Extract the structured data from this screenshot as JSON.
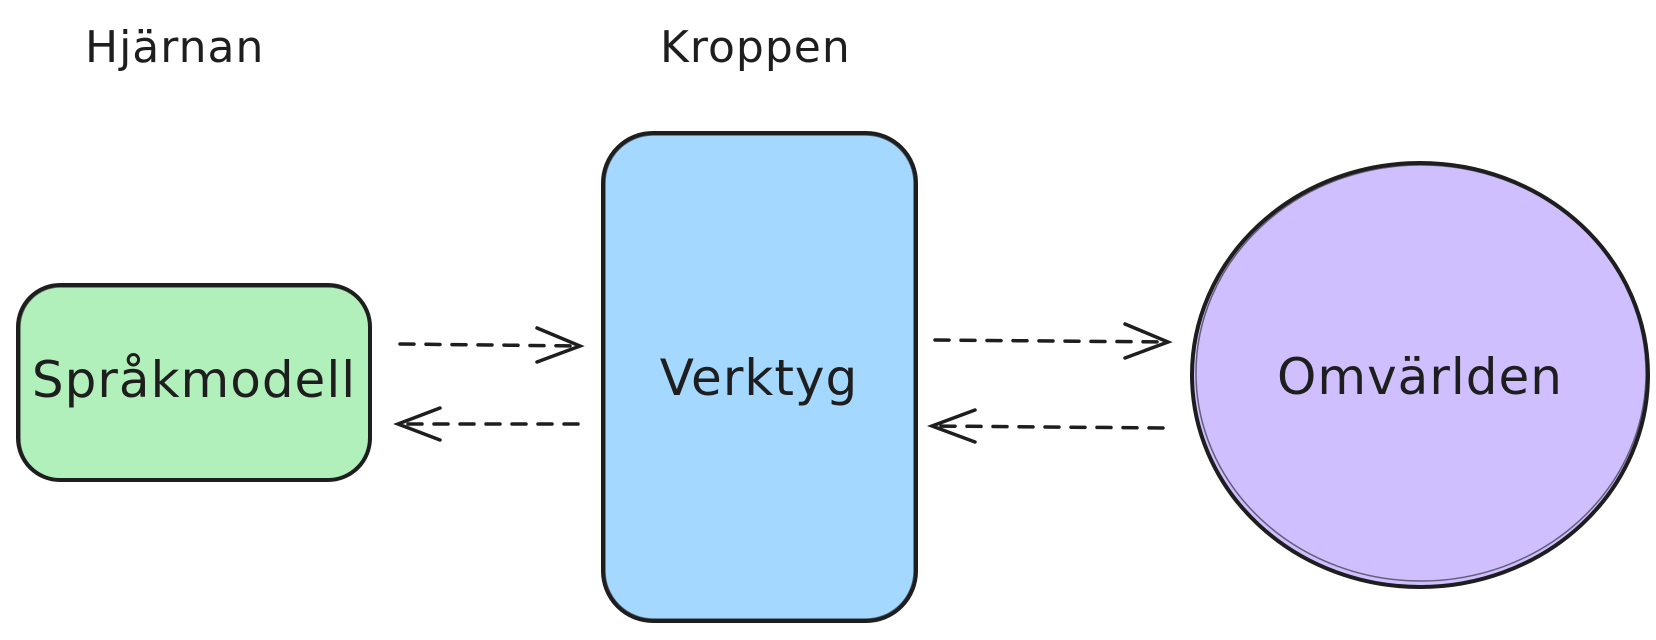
{
  "headers": {
    "brain": "Hjärnan",
    "body": "Kroppen"
  },
  "nodes": {
    "language_model": {
      "label": "Språkmodell",
      "fill": "#b2f0bb"
    },
    "tools": {
      "label": "Verktyg",
      "fill": "#a5d8ff"
    },
    "environment": {
      "label": "Omvärlden",
      "fill": "#d0bfff"
    }
  },
  "colors": {
    "stroke": "#1e1e1e",
    "background": "#ffffff"
  }
}
